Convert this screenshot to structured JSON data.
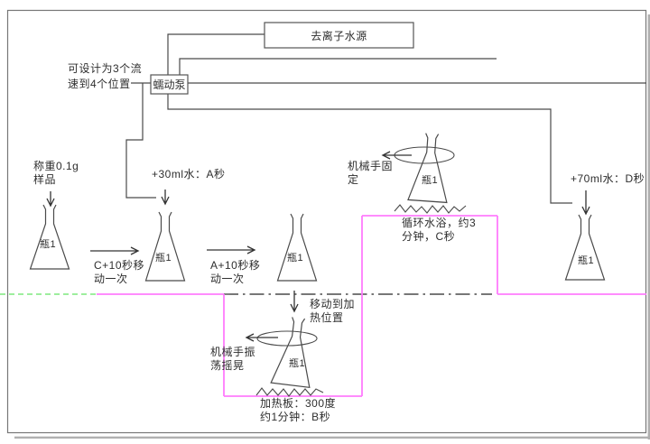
{
  "diagram": {
    "title_hint": "automated sample dilution / heating process diagram",
    "boxes": {
      "water_source": "去离子水源",
      "pump": "蠕动泵"
    },
    "notes": {
      "design": [
        "可设计为3个流",
        "速到4个位置"
      ],
      "weigh": [
        "称重0.1g",
        "样品"
      ],
      "add_water_a": "+30ml水：A秒",
      "add_water_d": "+70ml水：D秒",
      "robot_fix": [
        "机械手固",
        "定"
      ],
      "water_bath": [
        "循环水浴，约3",
        "分钟，C秒"
      ],
      "move_c": [
        "C+10秒移",
        "动一次"
      ],
      "move_a": [
        "A+10秒移",
        "动一次"
      ],
      "move_heat": [
        "移动到加",
        "热位置"
      ],
      "robot_shake": [
        "机械手振",
        "荡摇晃"
      ],
      "heater": [
        "加热板：300度",
        "约1分钟：B秒"
      ]
    },
    "flasks": [
      {
        "label": "瓶1"
      },
      {
        "label": "瓶1"
      },
      {
        "label": "瓶1"
      },
      {
        "label": "瓶1"
      },
      {
        "label": "瓶1"
      },
      {
        "label": "瓶1"
      }
    ],
    "colors": {
      "tube_line": "#4a4a4a",
      "zone_pink": "#ff7bfd",
      "baseline_green": "#7de87d",
      "frame_gray": "#777777",
      "shadow_gray": "#b0b0b0"
    }
  }
}
